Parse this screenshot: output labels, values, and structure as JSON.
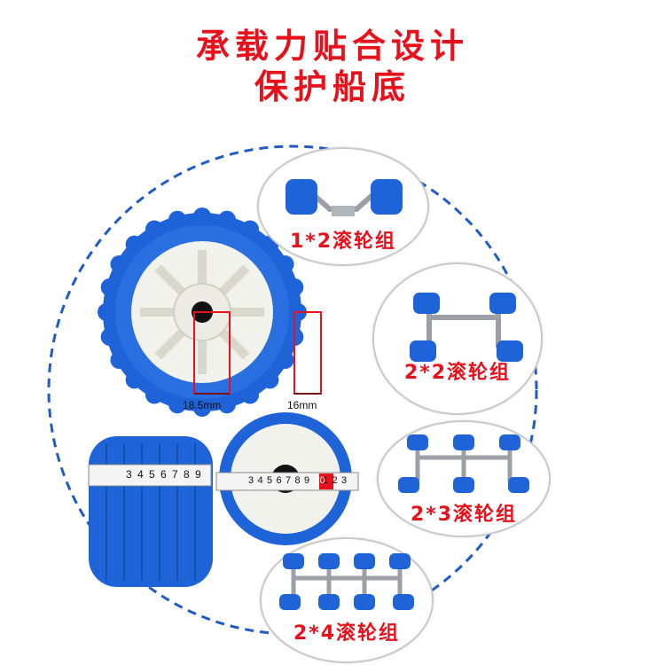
{
  "headline": {
    "line1": "承载力贴合设计",
    "line2": "保护船底"
  },
  "measurements": {
    "inner_diameter": "18.5mm",
    "rim_width": "16mm"
  },
  "ruler_left": [
    "3",
    "4",
    "5",
    "6",
    "7",
    "8",
    "9"
  ],
  "ruler_right": [
    "3",
    "4",
    "5",
    "6",
    "7",
    "8",
    "9",
    "10",
    "1",
    "2",
    "3"
  ],
  "sets": [
    {
      "label": "1*2滚轮组"
    },
    {
      "label": "2*2滚轮组"
    },
    {
      "label": "2*3滚轮组"
    },
    {
      "label": "2*4滚轮组"
    }
  ],
  "colors": {
    "accent_red": "#e8101a",
    "roller_blue": "#1f63d8",
    "hub_white": "#f2f2ec",
    "dash_blue": "#1e5bc6"
  }
}
